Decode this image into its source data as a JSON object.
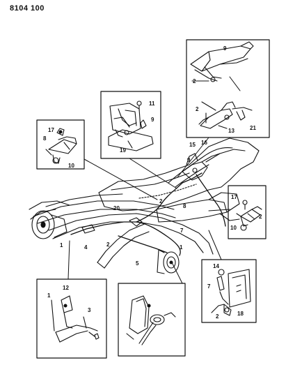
{
  "document_id": "8104 100",
  "callouts": {
    "n1": "1",
    "n2": "2",
    "n3": "3",
    "n4": "4",
    "n5": "5",
    "n7": "7",
    "n8": "8",
    "n9": "9",
    "n10": "10",
    "n11": "11",
    "n12": "12",
    "n13": "13",
    "n14": "14",
    "n15": "15",
    "n16": "16",
    "n17": "17",
    "n18": "18",
    "n19": "19",
    "n20": "20",
    "n21": "21"
  }
}
